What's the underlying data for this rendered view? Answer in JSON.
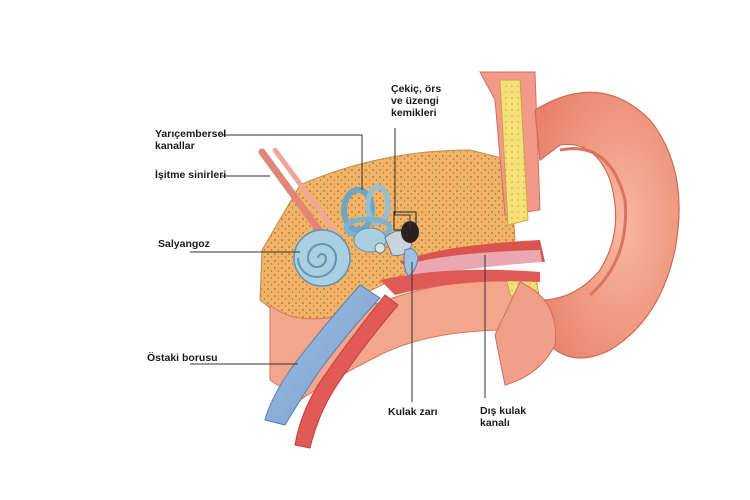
{
  "labels": {
    "semicircular_canals": [
      "Yarıçembersel",
      "kanallar"
    ],
    "auditory_nerves": "İşitme sinirleri",
    "cochlea": "Salyangoz",
    "eustachian_tube": "Östaki borusu",
    "ossicles": [
      "Çekiç, örs",
      "ve üzengi",
      "kemikleri"
    ],
    "eardrum": "Kulak zarı",
    "outer_ear_canal": [
      "Dış kulak",
      "kanalı"
    ]
  },
  "colors": {
    "skin": "#f4a38a",
    "skin_dark": "#e07a63",
    "bone": "#f2b96a",
    "bone_dots": "#b07a3a",
    "cartilage": "#f6e27a",
    "canal": "#e9a2ad",
    "canal_wall": "#d9534f",
    "inner_ear": "#a9cfe0",
    "inner_ear_dark": "#5d93b3",
    "eustachian": "#8fb2d8",
    "leader": "#333333"
  }
}
